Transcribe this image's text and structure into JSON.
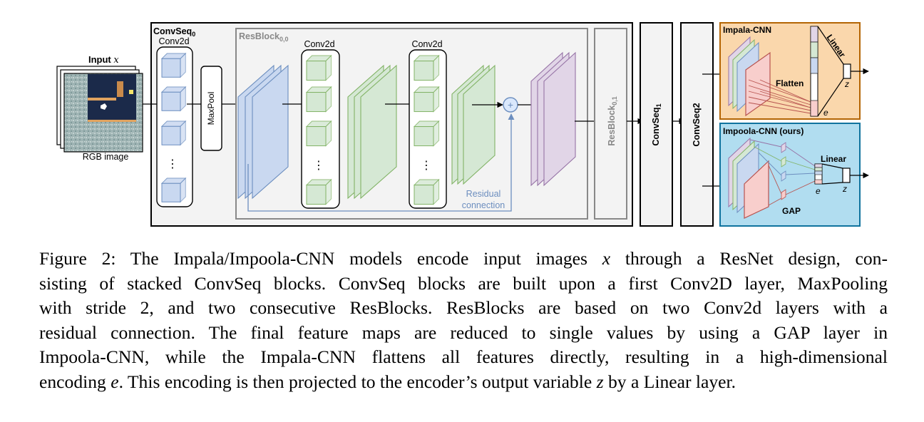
{
  "figure": {
    "input_label_prefix": "Input",
    "input_var": "x",
    "rgb_label": "RGB image",
    "convseq0_label": "ConvSeq",
    "convseq0_sub": "0",
    "conv2d_label": "Conv2d",
    "maxpool_label": "MaxPool",
    "resblock00_label": "ResBlock",
    "resblock00_sub": "0,0",
    "conv2d_a_label": "Conv2d",
    "conv2d_b_label": "Conv2d",
    "dots": "⋮",
    "residual_label_line1": "Residual",
    "residual_label_line2": "connection",
    "plus": "+",
    "resblock01_label": "ResBlock",
    "resblock01_sub": "0,1",
    "convseq1_label": "ConvSeq",
    "convseq1_sub": "1",
    "convseq2_label": "ConvSeq2",
    "impala_title": "Impala-CNN",
    "flatten_label": "Flatten",
    "linear_label": "Linear",
    "e_var": "e",
    "z_var": "z",
    "impoola_title": "Impoola-CNN (ours)",
    "gap_label": "GAP",
    "linear_label_2": "Linear",
    "e_var_2": "e",
    "z_var_2": "z"
  },
  "caption": {
    "l1a": "Figure 2: The Impala/Impoola-CNN models encode input images ",
    "l1v": "x",
    "l1b": " through a ResNet design, con-",
    "l2": "sisting of stacked ConvSeq blocks. ConvSeq blocks are built upon a first Conv2D layer, MaxPooling",
    "l3": "with stride 2, and two consecutive ResBlocks. ResBlocks are based on two Conv2d layers with a",
    "l4": "residual connection. The final feature maps are reduced to single values by using a GAP layer in",
    "l5": "Impoola-CNN, while the Impala-CNN flattens all features directly, resulting in a high-dimensional",
    "l6a": "encoding ",
    "l6v": "e",
    "l6b": ". This encoding is then projected to the encoder’s output variable ",
    "l6v2": "z",
    "l6c": " by a Linear layer."
  },
  "colors": {
    "blue_fill": "#c9d8f0",
    "blue_stroke": "#6c8ebf",
    "green_fill": "#d5e8d4",
    "green_stroke": "#82b366",
    "purple_fill": "#e1d5e7",
    "purple_stroke": "#9673a6",
    "red_fill": "#f8cecc",
    "red_stroke": "#b85450",
    "impala_bg": "#fad7ac",
    "impoola_bg": "#b1ddf0",
    "residual_color": "#6c8ebf"
  }
}
